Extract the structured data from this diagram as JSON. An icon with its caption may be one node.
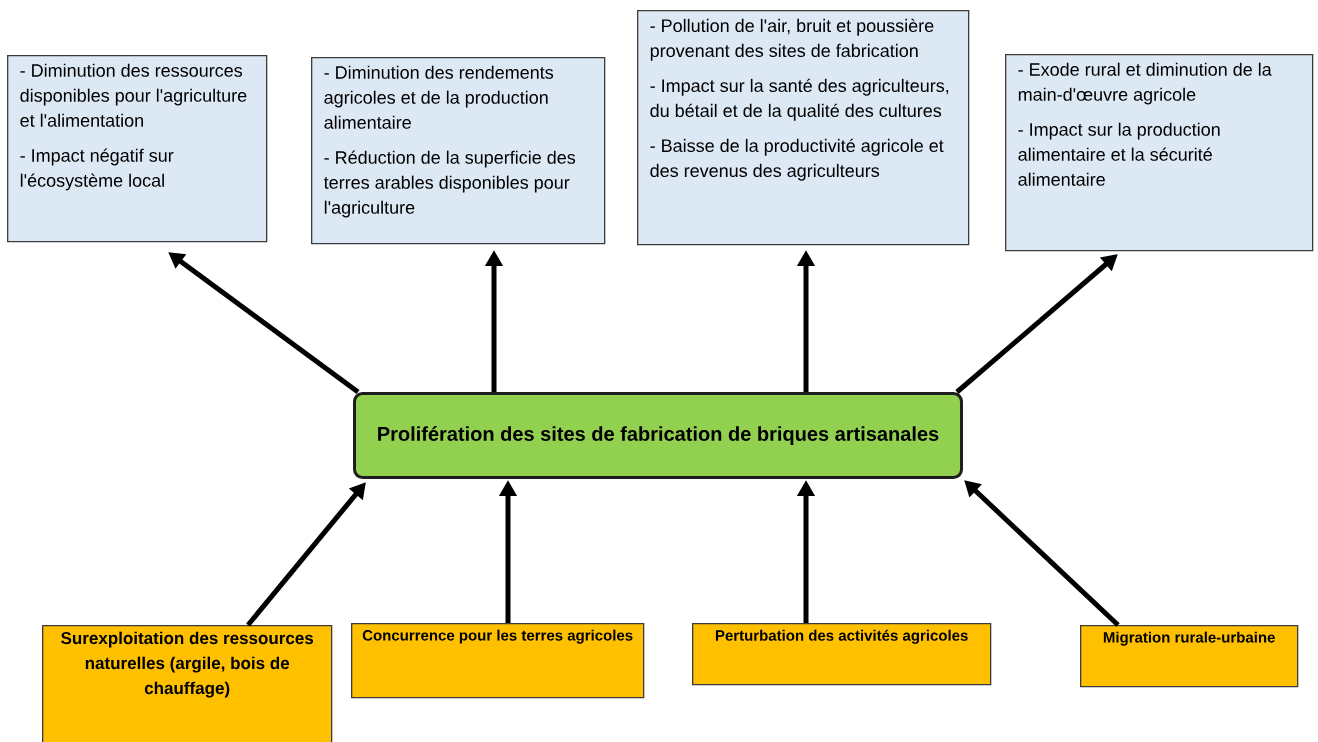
{
  "diagram": {
    "nodes": [
      {
        "text": [
          "- Diminution des ressources disponibles pour l'agriculture et l'alimentation",
          "- Impact négatif sur l'écosystème local"
        ]
      },
      {
        "text": [
          "- Diminution des rendements agricoles et de la production alimentaire",
          "- Réduction de la superficie des terres arables disponibles pour l'agriculture"
        ]
      },
      {
        "text": [
          "- Pollution de l'air, bruit et poussière provenant des sites de fabrication",
          "- Impact sur la santé des agriculteurs, du bétail et de la qualité des cultures",
          "- Baisse de la productivité agricole et des revenus des agriculteurs"
        ]
      },
      {
        "text": [
          "- Exode rural et diminution de la main-d'œuvre agricole",
          "- Impact sur la production alimentaire et la sécurité alimentaire"
        ]
      },
      {
        "text": [
          "Prolifération des sites de fabrication de briques artisanales"
        ]
      },
      {
        "text": [
          "Surexploitation des ressources naturelles (argile, bois de chauffage)"
        ]
      },
      {
        "text": [
          "Concurrence pour les terres agricoles"
        ]
      },
      {
        "text": [
          "Perturbation des activités agricoles"
        ]
      },
      {
        "text": [
          "Migration rurale-urbaine"
        ]
      }
    ],
    "edges": [
      {
        "from": 4,
        "to": 0,
        "arrow": "to"
      },
      {
        "from": 4,
        "to": 1,
        "arrow": "to"
      },
      {
        "from": 4,
        "to": 2,
        "arrow": "to"
      },
      {
        "from": 4,
        "to": 3,
        "arrow": "to"
      },
      {
        "from": 5,
        "to": 4,
        "arrow": "to"
      },
      {
        "from": 6,
        "to": 4,
        "arrow": "to"
      },
      {
        "from": 7,
        "to": 4,
        "arrow": "to"
      },
      {
        "from": 8,
        "to": 4,
        "arrow": "to"
      }
    ]
  }
}
